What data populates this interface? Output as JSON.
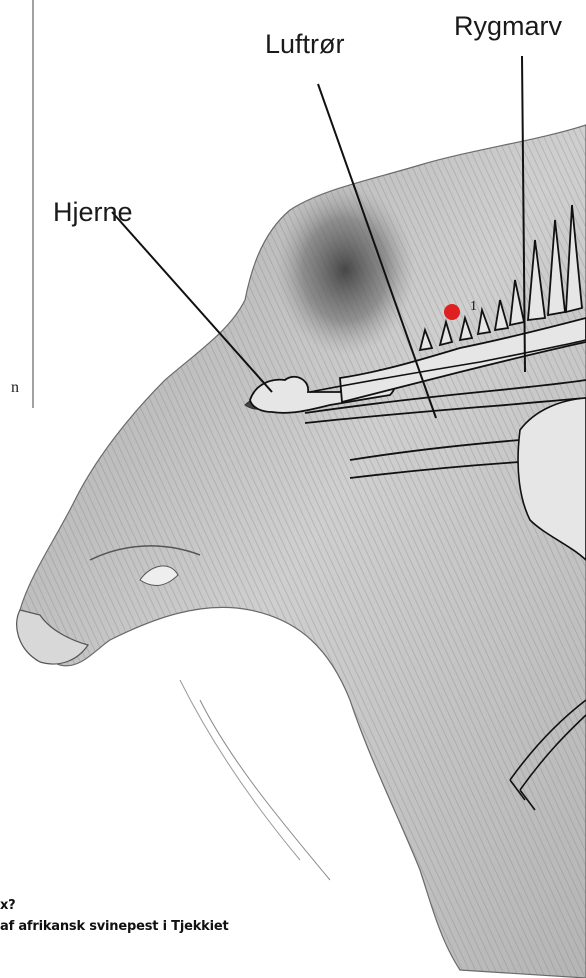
{
  "labels": {
    "hjerne": "Hjerne",
    "luftror": "Luftrør",
    "rygmarv": "Rygmarv",
    "marker_number": "1"
  },
  "fragments": {
    "left_text": "n",
    "caption_line1": "x?",
    "caption_line2": "af afrikansk svinepest i Tjekkiet"
  },
  "colors": {
    "sketch": "#555555",
    "fur_light": "#d6d6d6",
    "fur_dark": "#6e6e6e",
    "anatomy_fill": "#e8e8e8",
    "marker": "#e02020",
    "line": "#111111"
  }
}
